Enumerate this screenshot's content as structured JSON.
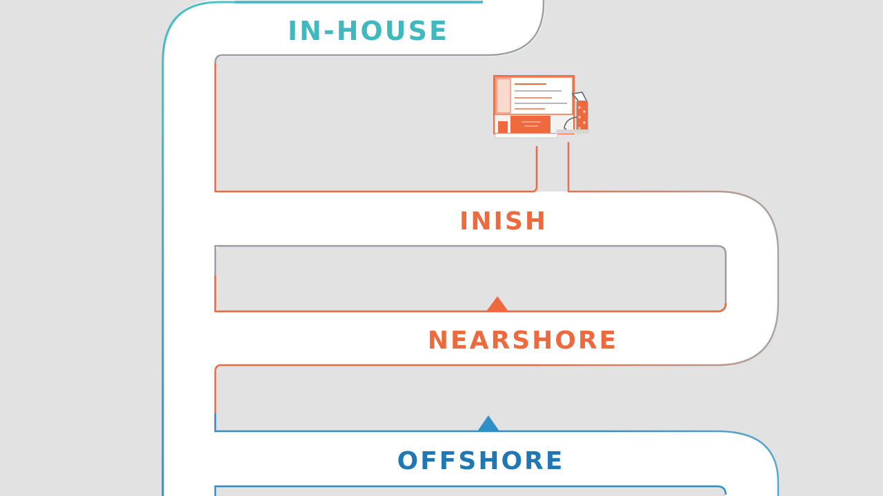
{
  "diagram": {
    "stages": [
      {
        "id": "in-house",
        "label": "IN-HOUSE"
      },
      {
        "id": "inish",
        "label": "INISH"
      },
      {
        "id": "nearshore",
        "label": "NEARSHORE"
      },
      {
        "id": "offshore",
        "label": "OFFSHORE"
      }
    ],
    "colors": {
      "background": "#e2e2e3",
      "road": "#ffffff",
      "teal": "#4bbfc4",
      "orange": "#ee6a3e",
      "gray": "#9a9ea4",
      "blue": "#2f8fc7",
      "label_teal": "#3fb9bf",
      "label_orange": "#ec6a3d",
      "label_blue": "#1f78b4"
    },
    "illustration": {
      "icon": "computer-with-robot-arm-icon"
    }
  }
}
